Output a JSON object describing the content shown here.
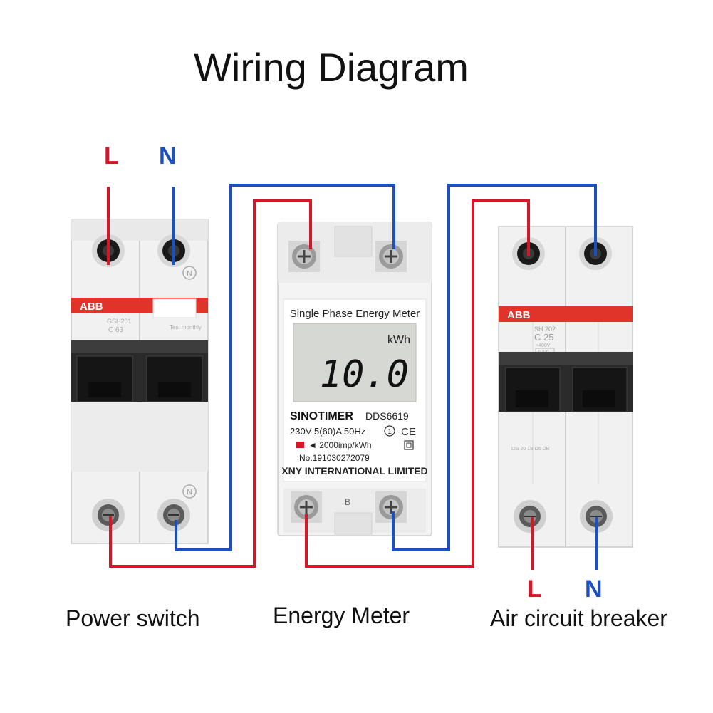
{
  "title": "Wiring Diagram",
  "labels": {
    "top_L": "L",
    "top_N": "N",
    "bottom_L": "L",
    "bottom_N": "N"
  },
  "captions": {
    "power_switch": "Power switch",
    "energy_meter": "Energy Meter",
    "air_breaker": "Air circuit breaker"
  },
  "left_breaker": {
    "brand": "ABB",
    "model": "GSH201",
    "rating": "C 63",
    "test_label": "Test monthly",
    "neutral_mark": "N"
  },
  "meter": {
    "heading": "Single Phase Energy Meter",
    "unit": "kWh",
    "reading": "10.0",
    "brand": "SINOTIMER",
    "model": "DDS6619",
    "spec": "230V  5(60)A 50Hz",
    "pulse": "◄ 2000imp/kWh",
    "serial": "No.191030272079",
    "company": "XNY INTERNATIONAL LIMITED",
    "terminal_mark": "B",
    "class_mark": "1"
  },
  "right_breaker": {
    "brand": "ABB",
    "model": "SH 202",
    "rating": "C 25",
    "voltage": "+400V",
    "capacity": "6000",
    "footer": "LIS 20 1B D5 DB"
  },
  "colors": {
    "live": "#d4182a",
    "neutral": "#1d4fbf",
    "abb_band": "#e0342a"
  }
}
